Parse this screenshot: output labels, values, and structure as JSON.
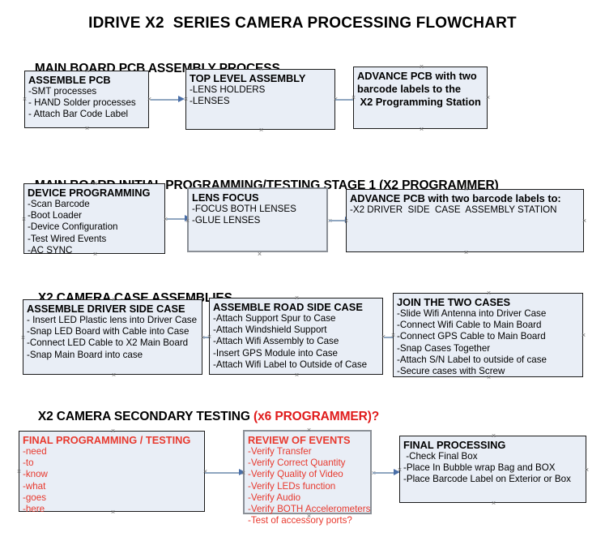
{
  "title": "IDRIVE X2  SERIES CAMERA PROCESSING FLOWCHART",
  "colors": {
    "box_fill": "#e9eef6",
    "box_border": "#1a1a1a",
    "box_border_gray": "#8a8f96",
    "arrow_line": "#8fa6c0",
    "arrow_head": "#4a6fa8",
    "accent_red": "#e8392e",
    "heading_red": "#e01b1b",
    "text": "#000000",
    "background": "#ffffff"
  },
  "sections": [
    {
      "heading": "MAIN BOARD PCB ASSEMBLY PROCESS",
      "heading_accent": "",
      "boxes": [
        {
          "title": "ASSEMBLE PCB",
          "lines": [
            "-SMT processes",
            "- HAND Solder processes",
            "- Attach Bar Code Label"
          ],
          "style": "black",
          "all_bold": false
        },
        {
          "title": "TOP LEVEL ASSEMBLY",
          "lines": [
            "-LENS HOLDERS",
            "-LENSES"
          ],
          "style": "black",
          "all_bold": false
        },
        {
          "title": "ADVANCE PCB with two",
          "lines": [
            "barcode labels to the",
            " X2 Programming Station"
          ],
          "style": "black",
          "all_bold": true
        }
      ]
    },
    {
      "heading": "MAIN BOARD INITIAL PROGRAMMING/TESTING STAGE 1 (X2 PROGRAMMER)",
      "heading_accent": "",
      "boxes": [
        {
          "title": "DEVICE PROGRAMMING",
          "lines": [
            "-Scan Barcode",
            "-Boot Loader",
            "-Device Configuration",
            "-Test Wired Events",
            "-AC SYNC"
          ],
          "style": "black",
          "all_bold": false
        },
        {
          "title": "LENS FOCUS",
          "lines": [
            "-FOCUS BOTH LENSES",
            "-GLUE LENSES"
          ],
          "style": "gray",
          "all_bold": false
        },
        {
          "title": "ADVANCE PCB with two barcode labels to:",
          "lines": [
            "-X2 DRIVER  SIDE  CASE  ASSEMBLY STATION"
          ],
          "style": "black",
          "all_bold": false
        }
      ]
    },
    {
      "heading": "X2 CAMERA CASE ASSEMBLIES",
      "heading_accent": "",
      "boxes": [
        {
          "title": "ASSEMBLE DRIVER SIDE CASE",
          "lines": [
            "- Insert LED Plastic lens into Driver Case",
            "-Snap LED Board with Cable into Case",
            "-Connect LED Cable to X2 Main Board",
            "-Snap Main Board into case"
          ],
          "style": "black",
          "all_bold": false
        },
        {
          "title": "ASSEMBLE ROAD SIDE CASE",
          "lines": [
            "-Attach Support Spur to Case",
            "-Attach Windshield Support",
            "-Attach Wifi Assembly to Case",
            "-Insert GPS Module into Case",
            "-Attach Wifi Label to Outside of Case"
          ],
          "style": "black",
          "all_bold": false
        },
        {
          "title": "JOIN THE TWO CASES",
          "lines": [
            "-Slide Wifi Antenna into Driver Case",
            "-Connect Wifi Cable to Main Board",
            "-Connect GPS Cable to Main Board",
            "-Snap Cases Together",
            "-Attach S/N Label to outside of case",
            "-Secure cases with Screw"
          ],
          "style": "black",
          "all_bold": false
        }
      ]
    },
    {
      "heading": "X2 CAMERA SECONDARY TESTING ",
      "heading_accent": "(x6 PROGRAMMER)?",
      "boxes": [
        {
          "title": "FINAL PROGRAMMING / TESTING",
          "lines": [
            "-need",
            "-to",
            "-know",
            "-what",
            "-goes",
            "-here"
          ],
          "style": "black",
          "all_bold": false,
          "text_color": "red"
        },
        {
          "title": "REVIEW OF EVENTS",
          "lines": [
            "-Verify Transfer",
            "-Verify Correct Quantity",
            "-Verify Quality of Video",
            "-Verify LEDs function",
            "-Verify Audio",
            "-Verify BOTH Accelerometers",
            "-Test of accessory ports?"
          ],
          "style": "gray",
          "all_bold": false,
          "text_color": "red"
        },
        {
          "title": "FINAL PROCESSING",
          "lines": [
            " -Check Final Box",
            "-Place In Bubble wrap Bag and BOX",
            "-Place Barcode Label on Exterior or Box"
          ],
          "style": "black",
          "all_bold": false
        }
      ]
    }
  ]
}
